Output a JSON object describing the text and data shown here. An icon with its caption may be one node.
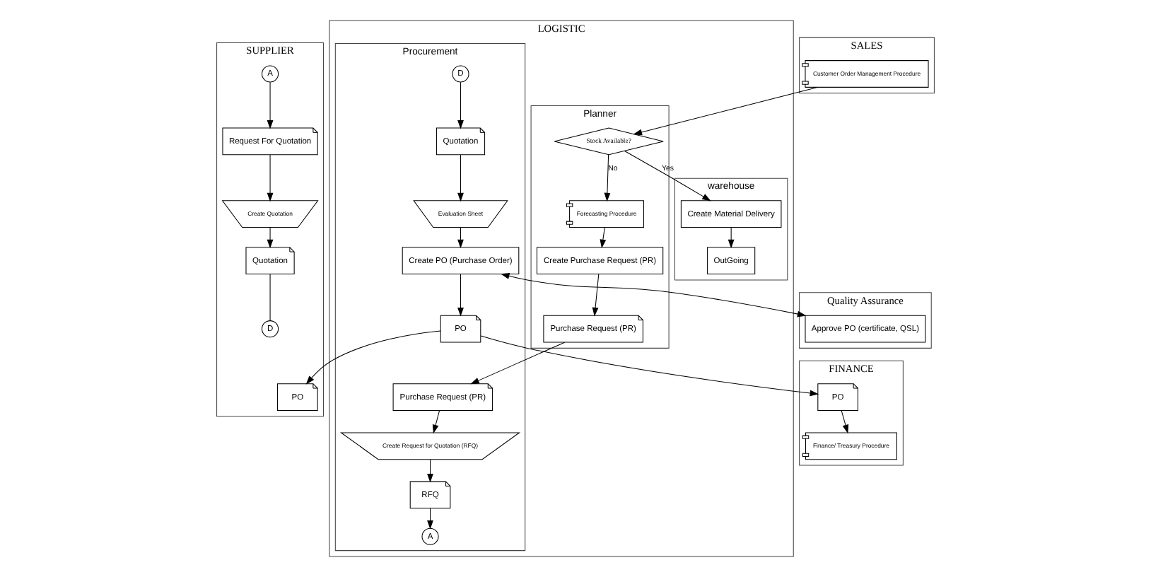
{
  "diagram": {
    "nodes": [
      {
        "text": [
          "SUPPLIER"
        ]
      },
      {
        "text": [
          "SALES"
        ]
      },
      {
        "text": [
          "LOGISTIC"
        ]
      },
      {
        "text": [
          "Planner"
        ],
        "in": 2
      },
      {
        "text": [
          "warehouse"
        ],
        "in": 2
      },
      {
        "text": [
          "Procurement"
        ],
        "in": 2
      },
      {
        "text": [
          "Quality Assurance"
        ]
      },
      {
        "text": [
          "FINANCE"
        ]
      },
      {
        "text": [
          "A"
        ],
        "in": 0
      },
      {
        "text": [
          "Request For Quotation"
        ],
        "in": 0
      },
      {
        "text": [
          "Create Quotation"
        ],
        "in": 0
      },
      {
        "text": [
          "Quotation"
        ],
        "in": 0
      },
      {
        "text": [
          "D"
        ],
        "in": 0
      },
      {
        "text": [
          "PO"
        ],
        "in": 0
      },
      {
        "text": [
          "Customer Order Management Procedure"
        ],
        "in": 1
      },
      {
        "text": [
          "Stock Available?"
        ],
        "in": 3
      },
      {
        "text": [
          "Forecasting Procedure"
        ],
        "in": 3
      },
      {
        "text": [
          "Create Purchase Request (PR)"
        ],
        "in": 3
      },
      {
        "text": [
          "Purchase Request (PR)"
        ],
        "in": 3
      },
      {
        "text": [
          "Create Material Delivery"
        ],
        "in": 4
      },
      {
        "text": [
          "OutGoing"
        ],
        "in": 4
      },
      {
        "text": [
          "Purchase Request (PR)"
        ],
        "in": 5
      },
      {
        "text": [
          "Create Request for Quotation (RFQ)"
        ],
        "in": 5
      },
      {
        "text": [
          "RFQ"
        ],
        "in": 5
      },
      {
        "text": [
          "A"
        ],
        "in": 5
      },
      {
        "text": [
          "D"
        ],
        "in": 5
      },
      {
        "text": [
          "Quotation"
        ],
        "in": 5
      },
      {
        "text": [
          "Evaluation Sheet"
        ],
        "in": 5
      },
      {
        "text": [
          "Create PO (Purchase Order)"
        ],
        "in": 5
      },
      {
        "text": [
          "PO"
        ],
        "in": 5
      },
      {
        "text": [
          "Approve PO (certificate, QSL)"
        ],
        "in": 6
      },
      {
        "text": [
          "PO"
        ],
        "in": 7
      },
      {
        "text": [
          "Finance/ Treasury Procedure"
        ],
        "in": 7
      }
    ],
    "edges": [
      {
        "from": 8,
        "to": 9,
        "arrow": "to"
      },
      {
        "from": 9,
        "to": 10,
        "arrow": "to"
      },
      {
        "from": 10,
        "to": 11,
        "arrow": "to"
      },
      {
        "from": 11,
        "to": 12,
        "arrow": "none"
      },
      {
        "from": 14,
        "to": 15,
        "arrow": "to"
      },
      {
        "from": 15,
        "to": 19,
        "arrow": "to",
        "label": "Yes"
      },
      {
        "from": 15,
        "to": 16,
        "arrow": "to",
        "label": "No"
      },
      {
        "from": 16,
        "to": 17,
        "arrow": "to"
      },
      {
        "from": 17,
        "to": 18,
        "arrow": "to"
      },
      {
        "from": 18,
        "to": 21,
        "arrow": "to"
      },
      {
        "from": 19,
        "to": 20,
        "arrow": "to"
      },
      {
        "from": 21,
        "to": 22,
        "arrow": "to"
      },
      {
        "from": 22,
        "to": 23,
        "arrow": "to"
      },
      {
        "from": 23,
        "to": 24,
        "arrow": "to"
      },
      {
        "from": 25,
        "to": 26,
        "arrow": "to"
      },
      {
        "from": 26,
        "to": 27,
        "arrow": "to"
      },
      {
        "from": 27,
        "to": 28,
        "arrow": "to"
      },
      {
        "from": 28,
        "to": 30,
        "arrow": "both"
      },
      {
        "from": 28,
        "to": 29,
        "arrow": "to"
      },
      {
        "from": 29,
        "to": 13,
        "arrow": "to"
      },
      {
        "from": 29,
        "to": 31,
        "arrow": "to"
      },
      {
        "from": 31,
        "to": 32,
        "arrow": "to"
      }
    ]
  }
}
